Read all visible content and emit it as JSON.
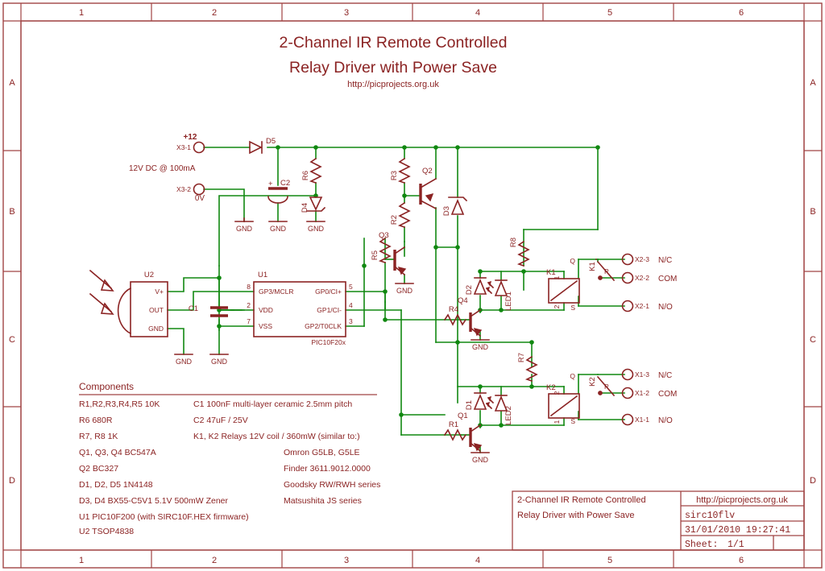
{
  "sheet": {
    "frame": {
      "columns": [
        "1",
        "2",
        "3",
        "4",
        "5",
        "6"
      ],
      "rows": [
        "A",
        "B",
        "C",
        "D"
      ]
    }
  },
  "title_header": {
    "line1": "2-Channel IR Remote Controlled",
    "line2": "Relay Driver with Power Save",
    "url": "http://picprojects.org.uk"
  },
  "power": {
    "plus12": "+12",
    "x3_1": "X3-1",
    "x3_2": "X3-2",
    "zero_v": "0V",
    "supply_note": "12V DC @ 100mA"
  },
  "refs": {
    "d5": "D5",
    "c2": "C2",
    "r6": "R6",
    "d4": "D4",
    "r3": "R3",
    "q2": "Q2",
    "r2": "R2",
    "q3": "Q3",
    "d3": "D3",
    "r5": "R5",
    "r4": "R4",
    "r1": "R1",
    "u1": "U1",
    "u2": "U2",
    "c1": "C1",
    "q4": "Q4",
    "q1": "Q1",
    "d2": "D2",
    "d1": "D1",
    "led1": "LED1",
    "led2": "LED2",
    "r8": "R8",
    "r7": "R7",
    "k1": "K1",
    "k2": "K2",
    "k1_sym": "K1",
    "k2_sym": "K2"
  },
  "u2": {
    "pins": [
      "V+",
      "OUT",
      "GND"
    ]
  },
  "u1": {
    "part": "PIC10F20x",
    "left_pins": [
      {
        "num": "8",
        "name": "GP3/MCLR"
      },
      {
        "num": "2",
        "name": "VDD"
      },
      {
        "num": "7",
        "name": "VSS"
      }
    ],
    "right_pins": [
      {
        "num": "5",
        "name": "GP0/CI+"
      },
      {
        "num": "4",
        "name": "GP1/CI-"
      },
      {
        "num": "3",
        "name": "GP2/T0CLK"
      }
    ]
  },
  "relay_k1": {
    "coil_pins": [
      "1",
      "2"
    ],
    "contact_letters": [
      "Q",
      "P",
      "S"
    ],
    "terminals": [
      {
        "name": "X2-3",
        "func": "N/C"
      },
      {
        "name": "X2-2",
        "func": "COM"
      },
      {
        "name": "X2-1",
        "func": "N/O"
      }
    ]
  },
  "relay_k2": {
    "coil_pins": [
      "2",
      "1"
    ],
    "contact_letters": [
      "Q",
      "P",
      "S"
    ],
    "terminals": [
      {
        "name": "X1-3",
        "func": "N/C"
      },
      {
        "name": "X1-2",
        "func": "COM"
      },
      {
        "name": "X1-1",
        "func": "N/O"
      }
    ]
  },
  "gnd_label": "GND",
  "components": {
    "heading": "Components",
    "left_column": [
      "R1,R2,R3,R4,R5   10K",
      "R6  680R",
      "R7, R8  1K",
      "Q1, Q3, Q4  BC547A",
      "Q2  BC327",
      "D1, D2, D5  1N4148",
      "D3, D4  BX55-C5V1  5.1V 500mW Zener",
      "U1  PIC10F200 (with SIRC10F.HEX firmware)",
      "U2 TSOP4838"
    ],
    "right_column": [
      "C1   100nF  multi-layer ceramic 2.5mm pitch",
      "C2   47uF / 25V",
      "K1, K2   Relays 12V coil / 360mW (similar to:)",
      "Omron G5LB, G5LE",
      "Finder  3611.9012.0000",
      "Goodsky RW/RWH series",
      "Matsushita JS series"
    ]
  },
  "title_block": {
    "desc_line1": "2-Channel IR Remote Controlled",
    "desc_line2": "Relay Driver with Power Save",
    "url": "http://picprojects.org.uk",
    "filename": "sirc10flv",
    "datetime": "31/01/2010 19:27:41",
    "sheet_label": "Sheet:",
    "sheet_value": "1/1"
  },
  "colors": {
    "wire": "#118811",
    "symbol": "#8B2323",
    "frame": "#A14444",
    "background": "#ffffff"
  }
}
